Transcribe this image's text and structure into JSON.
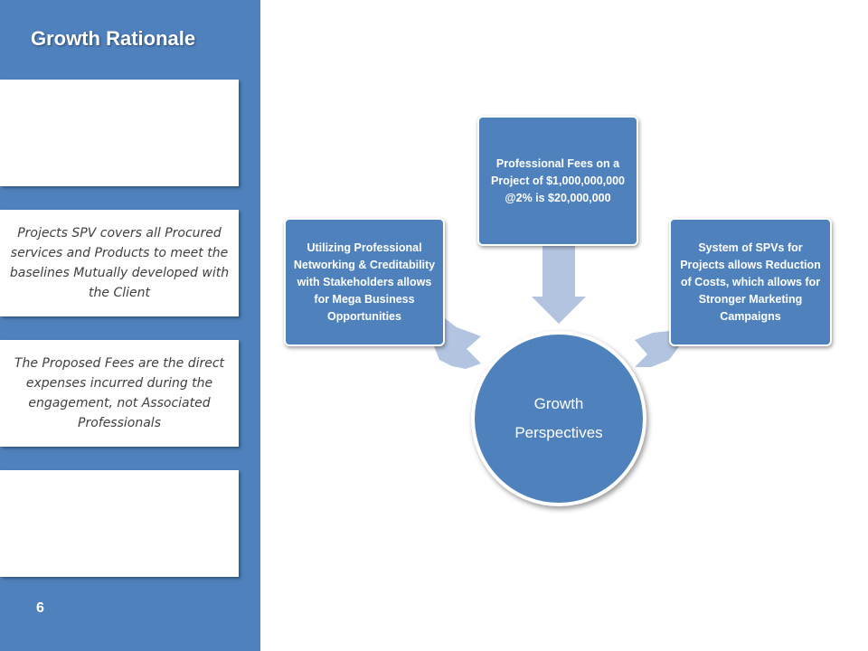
{
  "sidebar": {
    "title": "Growth Rationale",
    "cards": [
      {
        "text": ""
      },
      {
        "text": "Projects SPV covers all Procured services and Products to meet the baselines Mutually developed with the Client"
      },
      {
        "text": "The Proposed Fees are the direct expenses incurred during the engagement, not Associated Professionals"
      },
      {
        "text": ""
      }
    ],
    "page_number": "6"
  },
  "diagram": {
    "hub": {
      "line1": "Growth",
      "line2": "Perspectives"
    },
    "boxes": {
      "left": "Utilizing Professional Networking & Creditability with Stakeholders allows for Mega Business Opportunities",
      "top": "Professional Fees on a Project of $1,000,000,000 @2% is $20,000,000",
      "right": "System of SPVs for Projects allows Reduction of Costs, which allows for Stronger Marketing Campaigns"
    }
  },
  "colors": {
    "accent": "#4f81bd",
    "arrow": "#b3c4e0",
    "card": "#ffffff",
    "note_text": "#404040"
  }
}
